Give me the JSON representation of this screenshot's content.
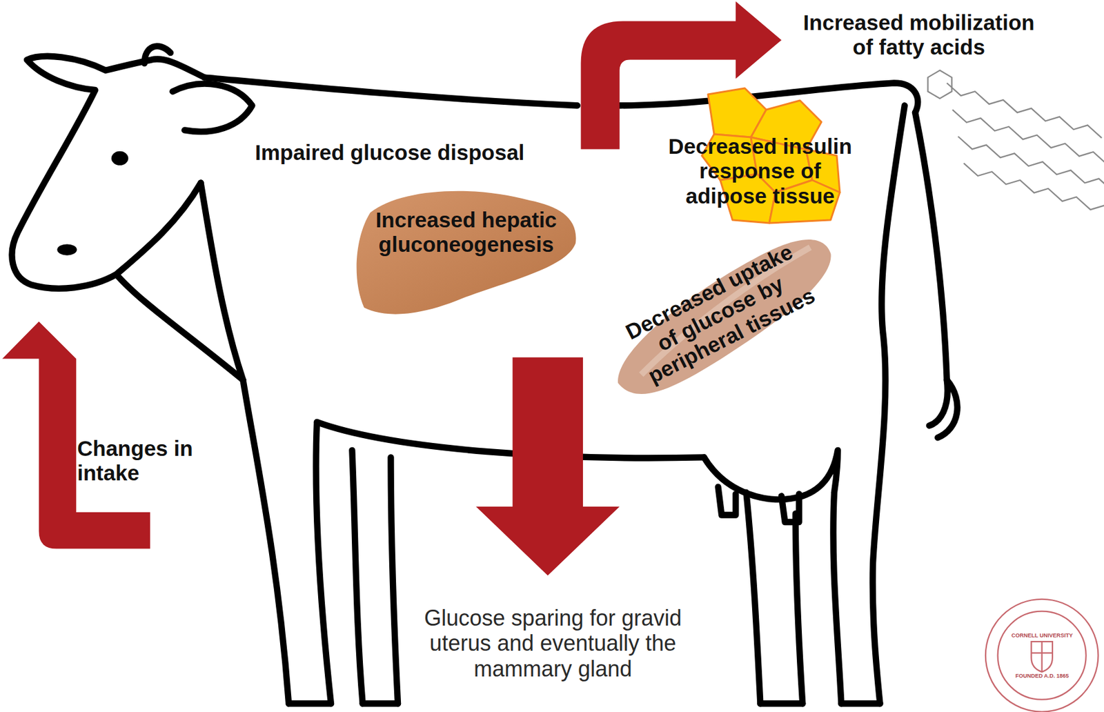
{
  "diagram": {
    "nodes": [
      {
        "text": [
          "Decreased insulin response of adipose tissue"
        ]
      },
      {
        "text": [
          "Increased hepatic gluconeogenesis"
        ]
      },
      {
        "text": [
          "Decreased uptake of glucose by peripheral tissues"
        ]
      }
    ],
    "labels": [
      "Increased mobilization of fatty acids",
      "Impaired glucose disposal",
      "Changes in intake",
      "Glucose sparing for gravid uterus and eventually the mammary gland",
      "CORNELL UNIVERSITY",
      "FOUNDED A.D. 1865"
    ]
  }
}
